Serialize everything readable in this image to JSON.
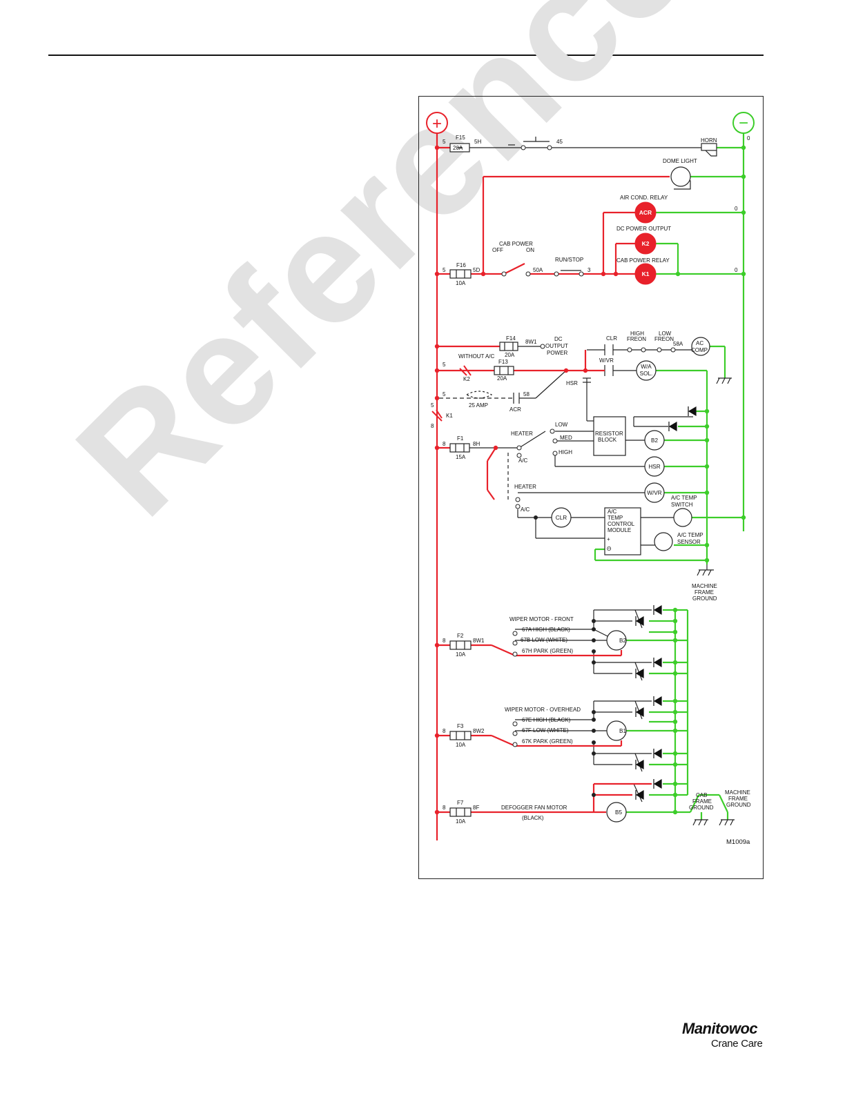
{
  "watermark": "Reference",
  "figure_id": "M1009a",
  "logo": {
    "brand": "Manitowoc",
    "sub": "Crane Care"
  },
  "rails": {
    "positive": "+",
    "negative": "−"
  },
  "labels": {
    "f15": "F15",
    "f15_rating": "20A",
    "w5_a": "5",
    "w5h": "5H",
    "w45": "45",
    "horn": "HORN",
    "g0_a": "0",
    "dome_light": "DOME LIGHT",
    "air_cond_relay": "AIR COND. RELAY",
    "acr": "ACR",
    "g0_b": "0",
    "dc_power_output": "DC POWER OUTPUT",
    "k2": "K2",
    "cab_power": "CAB POWER",
    "off": "OFF",
    "on": "ON",
    "run_stop": "RUN/STOP",
    "cab_power_relay": "CAB POWER RELAY",
    "k1": "K1",
    "g0_c": "0",
    "f16": "F16",
    "f16_rating": "10A",
    "w5_b": "5",
    "w5d": "5D",
    "w50a": "50A",
    "w3": "3",
    "f14": "F14",
    "f14_rating": "20A",
    "w8w1": "8W1",
    "dc_output_power": "DC OUTPUT POWER",
    "clr_a": "CLR",
    "high_freon": "HIGH FREON",
    "low_freon": "LOW FREON",
    "w58a": "58A",
    "ac_comp": "AC COMP",
    "without_ac": "WITHOUT A/C",
    "w5_c": "5",
    "k2_contact": "K2",
    "f13": "F13",
    "f13_rating": "20A",
    "wvr_a": "W/VR",
    "wa_sol": "W/A SOL.",
    "hsr_a": "HSR",
    "w5_d": "5",
    "amp25": "25 AMP",
    "acr_contact": "ACR",
    "w58": "58",
    "w5_e": "5",
    "k1_contact": "K1",
    "w8_a": "8",
    "low": "LOW",
    "med": "MED",
    "high": "HIGH",
    "heater_a": "HEATER",
    "ac_a": "A/C",
    "resistor_block": "RESISTOR BLOCK",
    "b2_blower": "B2",
    "hsr_b": "HSR",
    "f1": "F1",
    "f1_rating": "15A",
    "w8_b": "8",
    "w8h": "8H",
    "heater_b": "HEATER",
    "wvr_b": "W/VR",
    "ac_temp_switch": "A/C TEMP SWITCH",
    "ac_b": "A/C",
    "clr_b": "CLR",
    "ac_temp_module": "A/C TEMP CONTROL MODULE",
    "plus": "+",
    "minus": "Θ",
    "ac_temp_sensor": "A/C TEMP SENSOR",
    "machine_frame_ground_a": "MACHINE FRAME GROUND",
    "wiper_front": "WIPER MOTOR - FRONT",
    "w67a": "67A HIGH (BLACK)",
    "w67b": "67B LOW (WHITE)",
    "w67h": "67H PARK (GREEN)",
    "b2_wiper": "B2",
    "f2": "F2",
    "f2_rating": "10A",
    "w8_c": "8",
    "wiper_overhead": "WIPER MOTOR - OVERHEAD",
    "w67e": "67E HIGH (BLACK)",
    "w67f": "67F LOW (WHITE)",
    "w67k": "67K PARK (GREEN)",
    "b1": "B1",
    "f3": "F3",
    "f3_rating": "10A",
    "w8_d": "8",
    "w8w2": "8W2",
    "f7": "F7",
    "f7_rating": "10A",
    "w8_e": "8",
    "w8f": "8F",
    "defogger": "DEFOGGER FAN MOTOR",
    "black": "(BLACK)",
    "b5": "B5",
    "cab_frame_ground": "CAB FRAME GROUND",
    "machine_frame_ground_b": "MACHINE FRAME GROUND"
  },
  "colors": {
    "positive": "#e8212a",
    "ground": "#3ccd29",
    "wire": "#222222"
  }
}
